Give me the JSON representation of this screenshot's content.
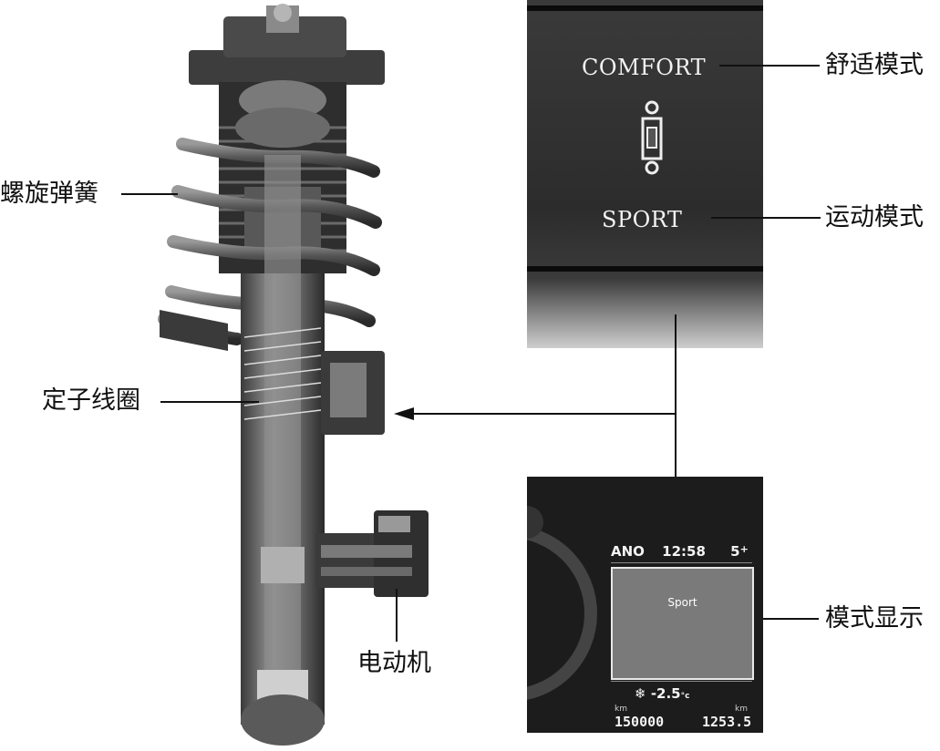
{
  "callouts": {
    "spring": "螺旋弹簧",
    "stator": "定子线圈",
    "motor": "电动机",
    "comfort_mode": "舒适模式",
    "sport_mode": "运动模式",
    "mode_display": "模式显示"
  },
  "switch_panel": {
    "comfort": "COMFORT",
    "sport": "SPORT",
    "icon": "damper-mode-switch-icon"
  },
  "dashboard": {
    "top_left": "ANO",
    "clock": "12:58",
    "gear": "5",
    "screen_text": "Sport",
    "temperature": "-2.5",
    "temp_unit": "°c",
    "odo_unit": "km",
    "trip_unit": "km",
    "odometer": "150000",
    "trip": "1253.5",
    "snow_icon": "snowflake-icon"
  },
  "colors": {
    "line": "#111111",
    "panel": "#2e2e2e",
    "screen": "#7a7a7a"
  }
}
